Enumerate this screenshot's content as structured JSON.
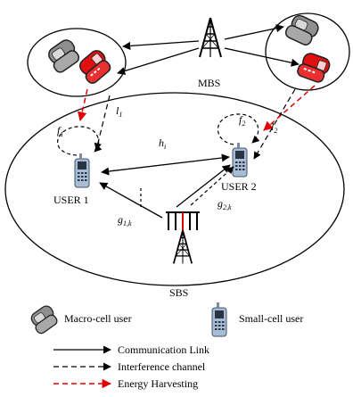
{
  "nodes": {
    "mbs": "MBS",
    "sbs": "SBS",
    "user1": "USER 1",
    "user2": "USER 2"
  },
  "links": {
    "l1": {
      "base": "l",
      "sub": "1"
    },
    "l2": {
      "base": "l",
      "sub": "2"
    },
    "f1": {
      "base": "f",
      "sub": "1"
    },
    "f2": {
      "base": "f",
      "sub": "2"
    },
    "h": {
      "base": "h",
      "sub": "i"
    },
    "g1": {
      "base": "g",
      "sub": "1,k"
    },
    "g2": {
      "base": "g",
      "sub": "2,k"
    }
  },
  "legend": {
    "macro_user": "Macro-cell user",
    "small_user": "Small-cell user",
    "communication": "Communication Link",
    "interference": "Interference channel",
    "energy": "Energy Harvesting"
  },
  "colors": {
    "line": "#000000",
    "energy": "#e00000",
    "phone_macro_a": "#9a9a9a",
    "phone_macro_b": "#e01010",
    "phone_small": "#a9bcd6"
  }
}
